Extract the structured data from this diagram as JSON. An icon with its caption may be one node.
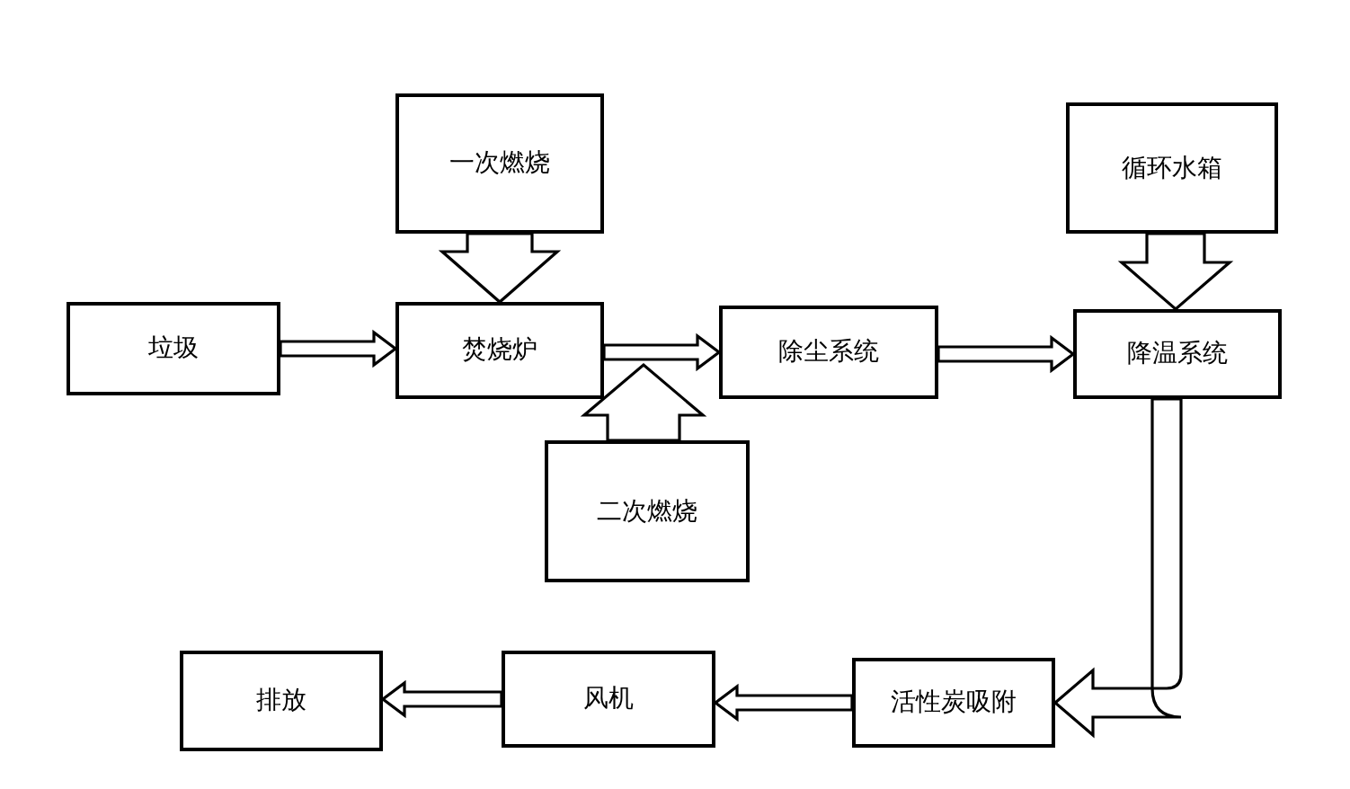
{
  "diagram": {
    "nodes": [
      {
        "text": [
          "垃圾"
        ]
      },
      {
        "text": [
          "一次燃烧"
        ]
      },
      {
        "text": [
          "焚烧炉"
        ]
      },
      {
        "text": [
          "二次燃烧"
        ]
      },
      {
        "text": [
          "除尘系统"
        ]
      },
      {
        "text": [
          "循环水箱"
        ]
      },
      {
        "text": [
          "降温系统"
        ]
      },
      {
        "text": [
          "活性炭吸附"
        ]
      },
      {
        "text": [
          "风机"
        ]
      },
      {
        "text": [
          "排放"
        ]
      }
    ],
    "edges": [
      {
        "from": 0,
        "to": 2,
        "arrow": "to"
      },
      {
        "from": 1,
        "to": 2,
        "arrow": "to"
      },
      {
        "from": 3,
        "to": null,
        "arrow": "to"
      },
      {
        "from": 2,
        "to": 4,
        "arrow": "to"
      },
      {
        "from": 4,
        "to": 6,
        "arrow": "to"
      },
      {
        "from": 5,
        "to": 6,
        "arrow": "to"
      },
      {
        "from": 6,
        "to": 7,
        "arrow": "to"
      },
      {
        "from": 7,
        "to": 8,
        "arrow": "to"
      },
      {
        "from": 8,
        "to": 9,
        "arrow": "to"
      }
    ]
  }
}
